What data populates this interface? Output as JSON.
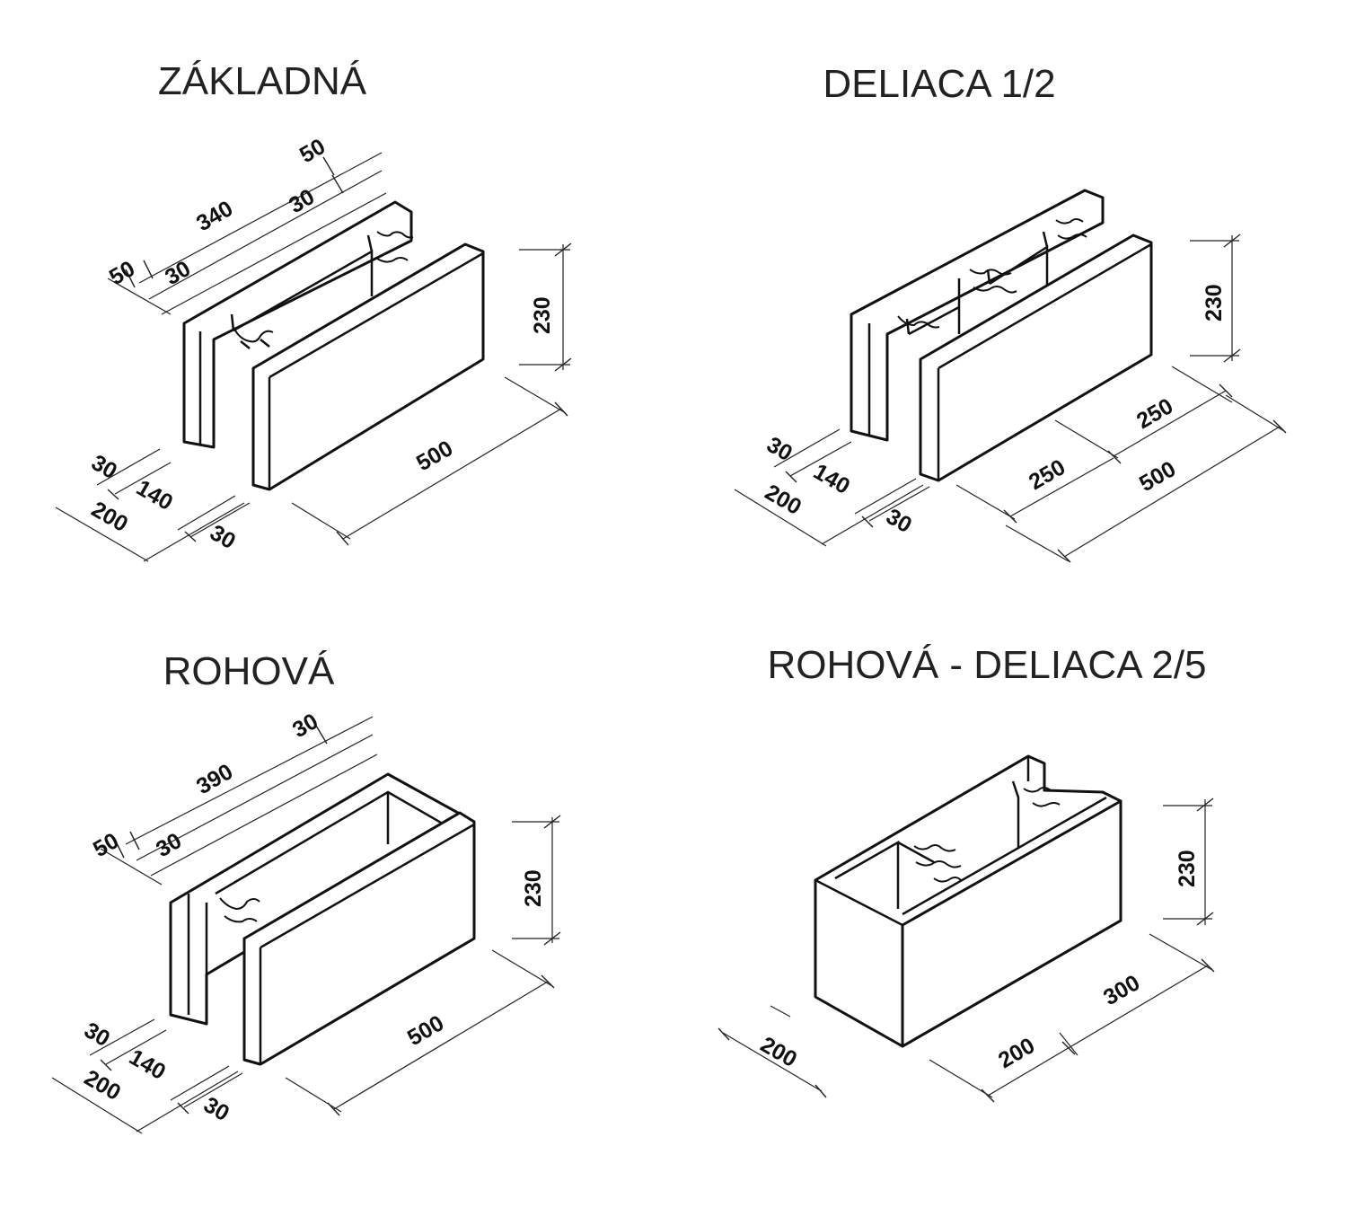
{
  "blocks": [
    {
      "title": "ZÁKLADNÁ",
      "dims": {
        "top_wall_a": "50",
        "top_wall_b": "30",
        "top_cavity": "340",
        "left_wall_a": "50",
        "left_wall_b": "30",
        "height": "230",
        "length": "500",
        "width_total": "200",
        "width_wall_a": "30",
        "width_cavity": "140",
        "width_wall_b": "30"
      }
    },
    {
      "title": "DELIACA 1/2",
      "dims": {
        "height": "230",
        "half_a": "250",
        "half_b": "250",
        "length": "500",
        "width_total": "200",
        "width_wall_a": "30",
        "width_cavity": "140",
        "width_wall_b": "30"
      }
    },
    {
      "title": "ROHOVÁ",
      "dims": {
        "top_wall": "30",
        "top_cavity": "390",
        "left_wall_a": "50",
        "left_wall_b": "30",
        "height": "230",
        "length": "500",
        "width_total": "200",
        "width_wall_a": "30",
        "width_cavity": "140",
        "width_wall_b": "30"
      }
    },
    {
      "title": "ROHOVÁ - DELIACA 2/5",
      "dims": {
        "height": "230",
        "width": "200",
        "part_a": "200",
        "part_b": "300"
      }
    }
  ]
}
